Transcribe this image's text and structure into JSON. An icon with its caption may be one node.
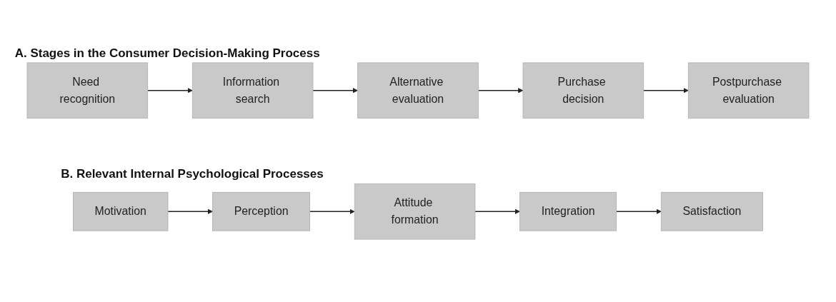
{
  "diagram": {
    "nodes": [
      {
        "text": [
          "Need recognition"
        ]
      },
      {
        "text": [
          "Information search"
        ]
      },
      {
        "text": [
          "Alternative evaluation"
        ]
      },
      {
        "text": [
          "Purchase decision"
        ]
      },
      {
        "text": [
          "Postpurchase evaluation"
        ]
      },
      {
        "text": [
          "Motivation"
        ]
      },
      {
        "text": [
          "Perception"
        ]
      },
      {
        "text": [
          "Attitude formation"
        ]
      },
      {
        "text": [
          "Integration"
        ]
      },
      {
        "text": [
          "Satisfaction"
        ]
      }
    ],
    "edges": [
      {
        "from": 0,
        "to": 1,
        "arrow": "to"
      },
      {
        "from": 1,
        "to": 2,
        "arrow": "to"
      },
      {
        "from": 2,
        "to": 3,
        "arrow": "to"
      },
      {
        "from": 3,
        "to": 4,
        "arrow": "to"
      },
      {
        "from": 5,
        "to": 6,
        "arrow": "to"
      },
      {
        "from": 6,
        "to": 7,
        "arrow": "to"
      },
      {
        "from": 7,
        "to": 8,
        "arrow": "to"
      },
      {
        "from": 8,
        "to": 9,
        "arrow": "to"
      }
    ],
    "labels": [
      "A. Stages in the Consumer Decision-Making Process",
      "B. Relevant Internal Psychological Processes"
    ]
  }
}
